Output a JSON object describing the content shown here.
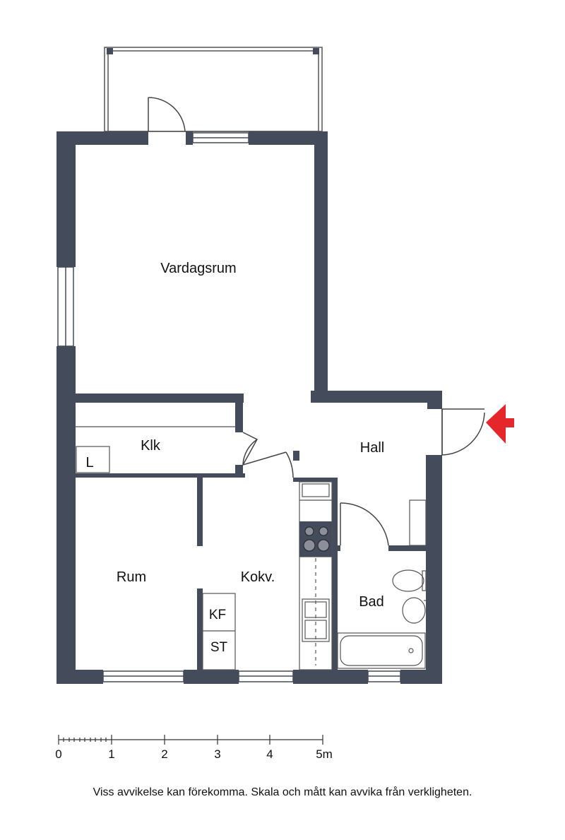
{
  "rooms": {
    "vardagsrum": "Vardagsrum",
    "klk": "Klk",
    "l": "L",
    "hall": "Hall",
    "rum": "Rum",
    "kokv": "Kokv.",
    "bad": "Bad",
    "kf": "KF",
    "st": "ST"
  },
  "scale": {
    "ticks": [
      "0",
      "1",
      "2",
      "3",
      "4",
      "5m"
    ]
  },
  "disclaimer": "Viss avvikelse kan förekomma. Skala och mått kan avvika från verkligheten.",
  "colors": {
    "wall": "#444b5a",
    "entrance_arrow": "#e5262b"
  },
  "icons": {
    "entrance": "entrance-arrow-icon"
  }
}
